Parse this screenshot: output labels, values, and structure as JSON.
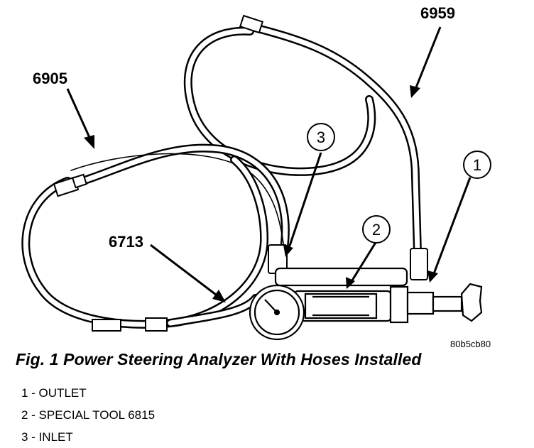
{
  "labels": {
    "hose_6905": "6905",
    "hose_6959": "6959",
    "hose_6713": "6713",
    "callout_1": "1",
    "callout_2": "2",
    "callout_3": "3",
    "image_code": "80b5cb80"
  },
  "caption": "Fig. 1 Power Steering Analyzer With Hoses Installed",
  "legend": [
    "1 - OUTLET",
    "2 - SPECIAL TOOL 6815",
    "3 - INLET"
  ]
}
